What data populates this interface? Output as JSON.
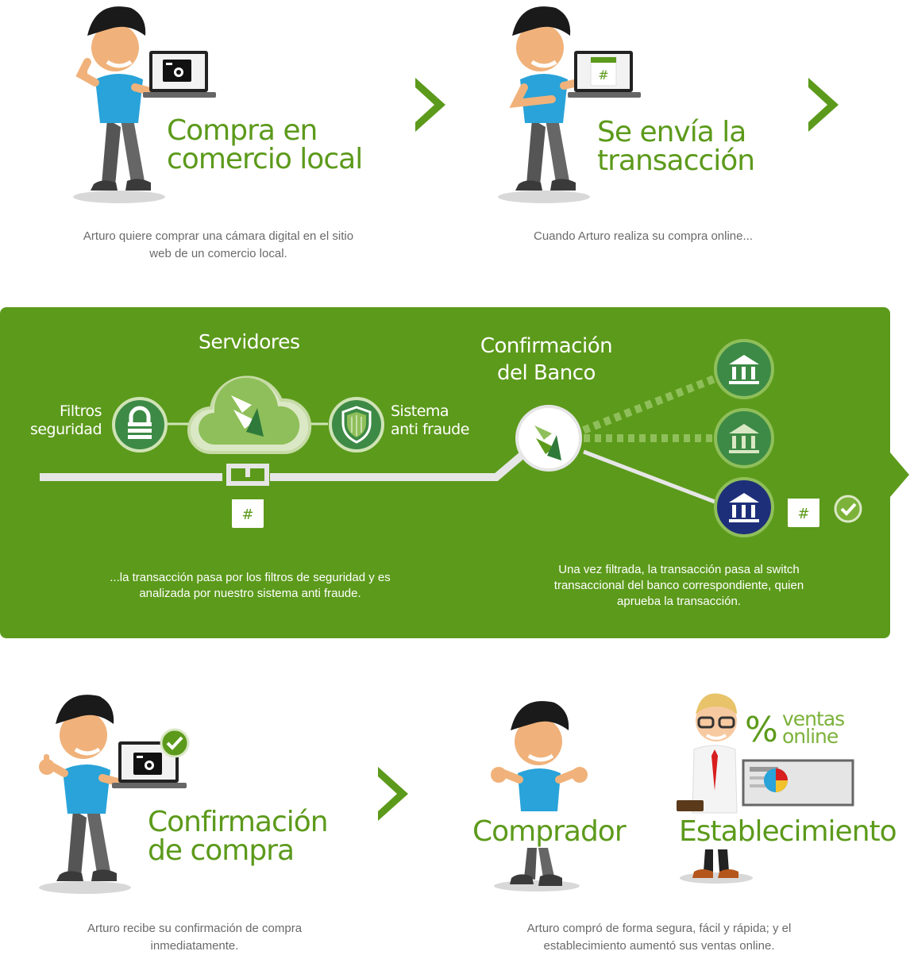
{
  "step1": {
    "title_line1": "Compra en",
    "title_line2": "comercio local",
    "caption_line1": "Arturo quiere comprar una cámara digital en el sitio",
    "caption_line2": "web de un comercio local."
  },
  "step2": {
    "title_line1": "Se envía la",
    "title_line2": "transacción",
    "caption": "Cuando Arturo realiza su compra online..."
  },
  "process": {
    "servers_label": "Servidores",
    "filters_label_line1": "Filtros",
    "filters_label_line2": "seguridad",
    "antifraud_label_line1": "Sistema",
    "antifraud_label_line2": "anti fraude",
    "bank_confirm_line1": "Confirmación",
    "bank_confirm_line2": "del Banco",
    "hash_symbol": "#",
    "caption_left_line1": "...la transacción pasa por los filtros de seguridad y es",
    "caption_left_line2": "analizada por nuestro sistema anti fraude.",
    "caption_right_line1": "Una vez filtrada, la transacción pasa al switch",
    "caption_right_line2": "transaccional del banco correspondiente, quien",
    "caption_right_line3": "aprueba la transacción."
  },
  "step3": {
    "title_line1": "Confirmación",
    "title_line2": "de compra",
    "caption_line1": "Arturo recibe su confirmación de compra",
    "caption_line2": "inmediatamente."
  },
  "step4": {
    "buyer_label": "Comprador",
    "merchant_label": "Establecimiento",
    "sales_percent": "%",
    "sales_line1": "ventas",
    "sales_line2": "online",
    "caption_line1": "Arturo compró de forma segura, fácil y rápida; y el",
    "caption_line2": "establecimiento aumentó sus ventas online."
  },
  "colors": {
    "brand_green": "#5c9a1b",
    "dark_green": "#2f7a3a",
    "bank_blue": "#1e2f7a",
    "shirt_blue": "#29a3d9"
  },
  "icons": [
    "camera-icon",
    "hash-document-icon",
    "padlock-icon",
    "shield-icon",
    "cloud-icon",
    "bank-icon",
    "checkmark-icon",
    "pie-chart-icon"
  ]
}
